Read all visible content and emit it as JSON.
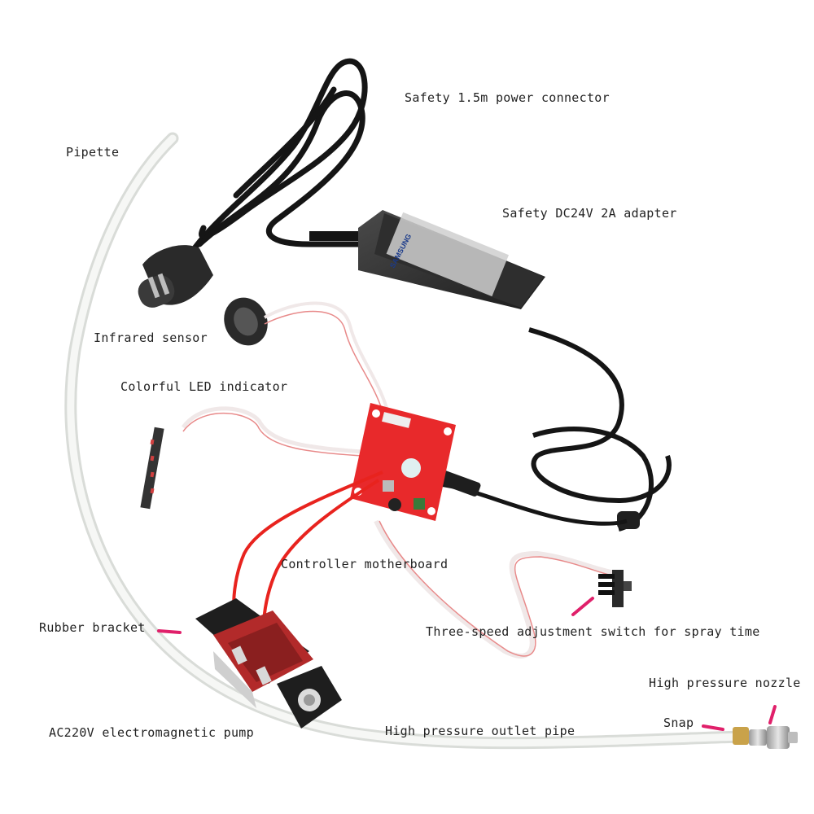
{
  "labels": {
    "power_connector": "Safety 1.5m power connector",
    "pipette": "Pipette",
    "adapter": "Safety DC24V 2A adapter",
    "infrared_sensor": "Infrared sensor",
    "led_indicator": "Colorful LED indicator",
    "controller": "Controller motherboard",
    "rubber_bracket": "Rubber bracket",
    "speed_switch": "Three-speed adjustment switch for spray time",
    "nozzle": "High pressure nozzle",
    "snap": "Snap",
    "pump": "AC220V electromagnetic pump",
    "outlet_pipe": "High pressure outlet pipe"
  },
  "adapter_label": "SAMSUNG",
  "colors": {
    "pointer": "#e0206a",
    "board": "#e8292b",
    "cable": "#1a1a1a",
    "tube": "#eef0ee",
    "red_wire": "#e8231e",
    "ribbon": "#f2eded"
  }
}
